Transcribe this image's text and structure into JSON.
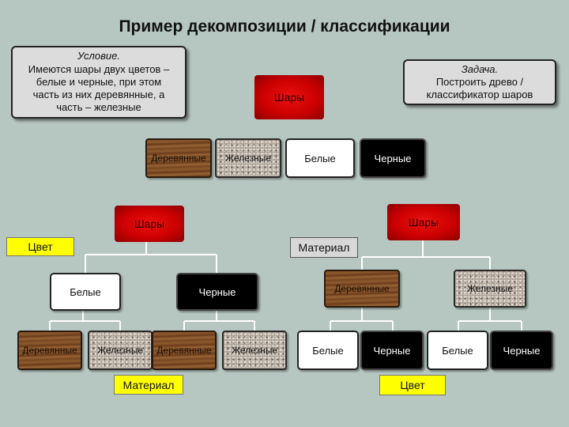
{
  "title": "Пример декомпозиции / классификации",
  "condition": {
    "heading": "Условие.",
    "lines": [
      "Имеются шары двух цветов –",
      "белые и черные, при этом",
      "часть из них деревянные, а",
      "часть – железные"
    ]
  },
  "task": {
    "heading": "Задача.",
    "lines": [
      "Построить древо /",
      "классификатор шаров"
    ]
  },
  "top": {
    "root": "Шары",
    "wooden": "Деревянные",
    "iron": "Железные",
    "white": "Белые",
    "black": "Черные"
  },
  "left_tree": {
    "root": "Шары",
    "criterion": "Цвет",
    "white": "Белые",
    "black": "Черные",
    "leaf1": "Деревянные",
    "leaf2": "Железные",
    "leaf3": "Деревянные",
    "leaf4": "Железные",
    "sub_criterion": "Материал"
  },
  "right_tree": {
    "root": "Шары",
    "criterion": "Материал",
    "wooden": "Деревянные",
    "iron": "Железные",
    "leaf1": "Белые",
    "leaf2": "Черные",
    "leaf3": "Белые",
    "leaf4": "Черные",
    "sub_criterion": "Цвет"
  },
  "colors": {
    "background": "#b6c6c1",
    "red": "#cc0000",
    "label_yellow": "#ffff00"
  }
}
